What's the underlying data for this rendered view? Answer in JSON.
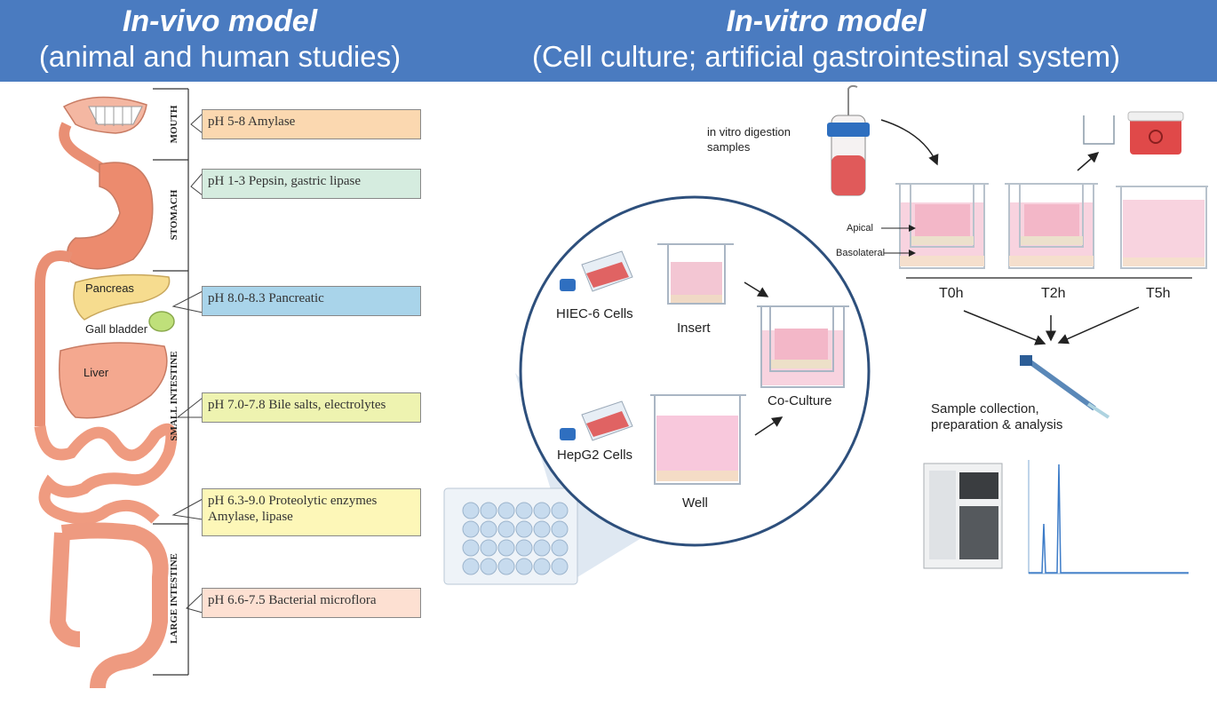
{
  "header": {
    "left_title": "In-vivo model",
    "left_subtitle": "(animal and human studies)",
    "right_title": "In-vitro model",
    "right_subtitle": "(Cell culture; artificial gastrointestinal system)"
  },
  "invivo": {
    "sections": [
      "MOUTH",
      "STOMACH",
      "SMALL INTESTINE",
      "LARGE INTESTINE"
    ],
    "organs": {
      "pancreas": "Pancreas",
      "gall_bladder": "Gall bladder",
      "liver": "Liver"
    },
    "ph_boxes": [
      {
        "text": "pH 5-8 Amylase",
        "color": "#fbd8b0"
      },
      {
        "text": "pH 1-3 Pepsin, gastric lipase",
        "color": "#d5ecdf"
      },
      {
        "text": "pH 8.0-8.3 Pancreatic",
        "color": "#a9d4ea"
      },
      {
        "text": "pH 7.0-7.8 Bile salts, electrolytes",
        "color": "#eef3b0"
      },
      {
        "text": "pH 6.3-9.0 Proteolytic enzymes",
        "text2": "Amylase, lipase",
        "color": "#fdf7b8"
      },
      {
        "text": "pH 6.6-7.5 Bacterial microflora",
        "color": "#fde0d2"
      }
    ]
  },
  "invitro": {
    "digestion_label_1": "in vitro digestion",
    "digestion_label_2": "samples",
    "apical": "Apical",
    "basolateral": "Basolateral",
    "timepoints": [
      "T0h",
      "T2h",
      "T5h"
    ],
    "hiec": "HIEC-6 Cells",
    "hepg2": "HepG2 Cells",
    "insert": "Insert",
    "well": "Well",
    "coculture": "Co-Culture",
    "sample_1": "Sample collection,",
    "sample_2": "preparation & analysis"
  }
}
